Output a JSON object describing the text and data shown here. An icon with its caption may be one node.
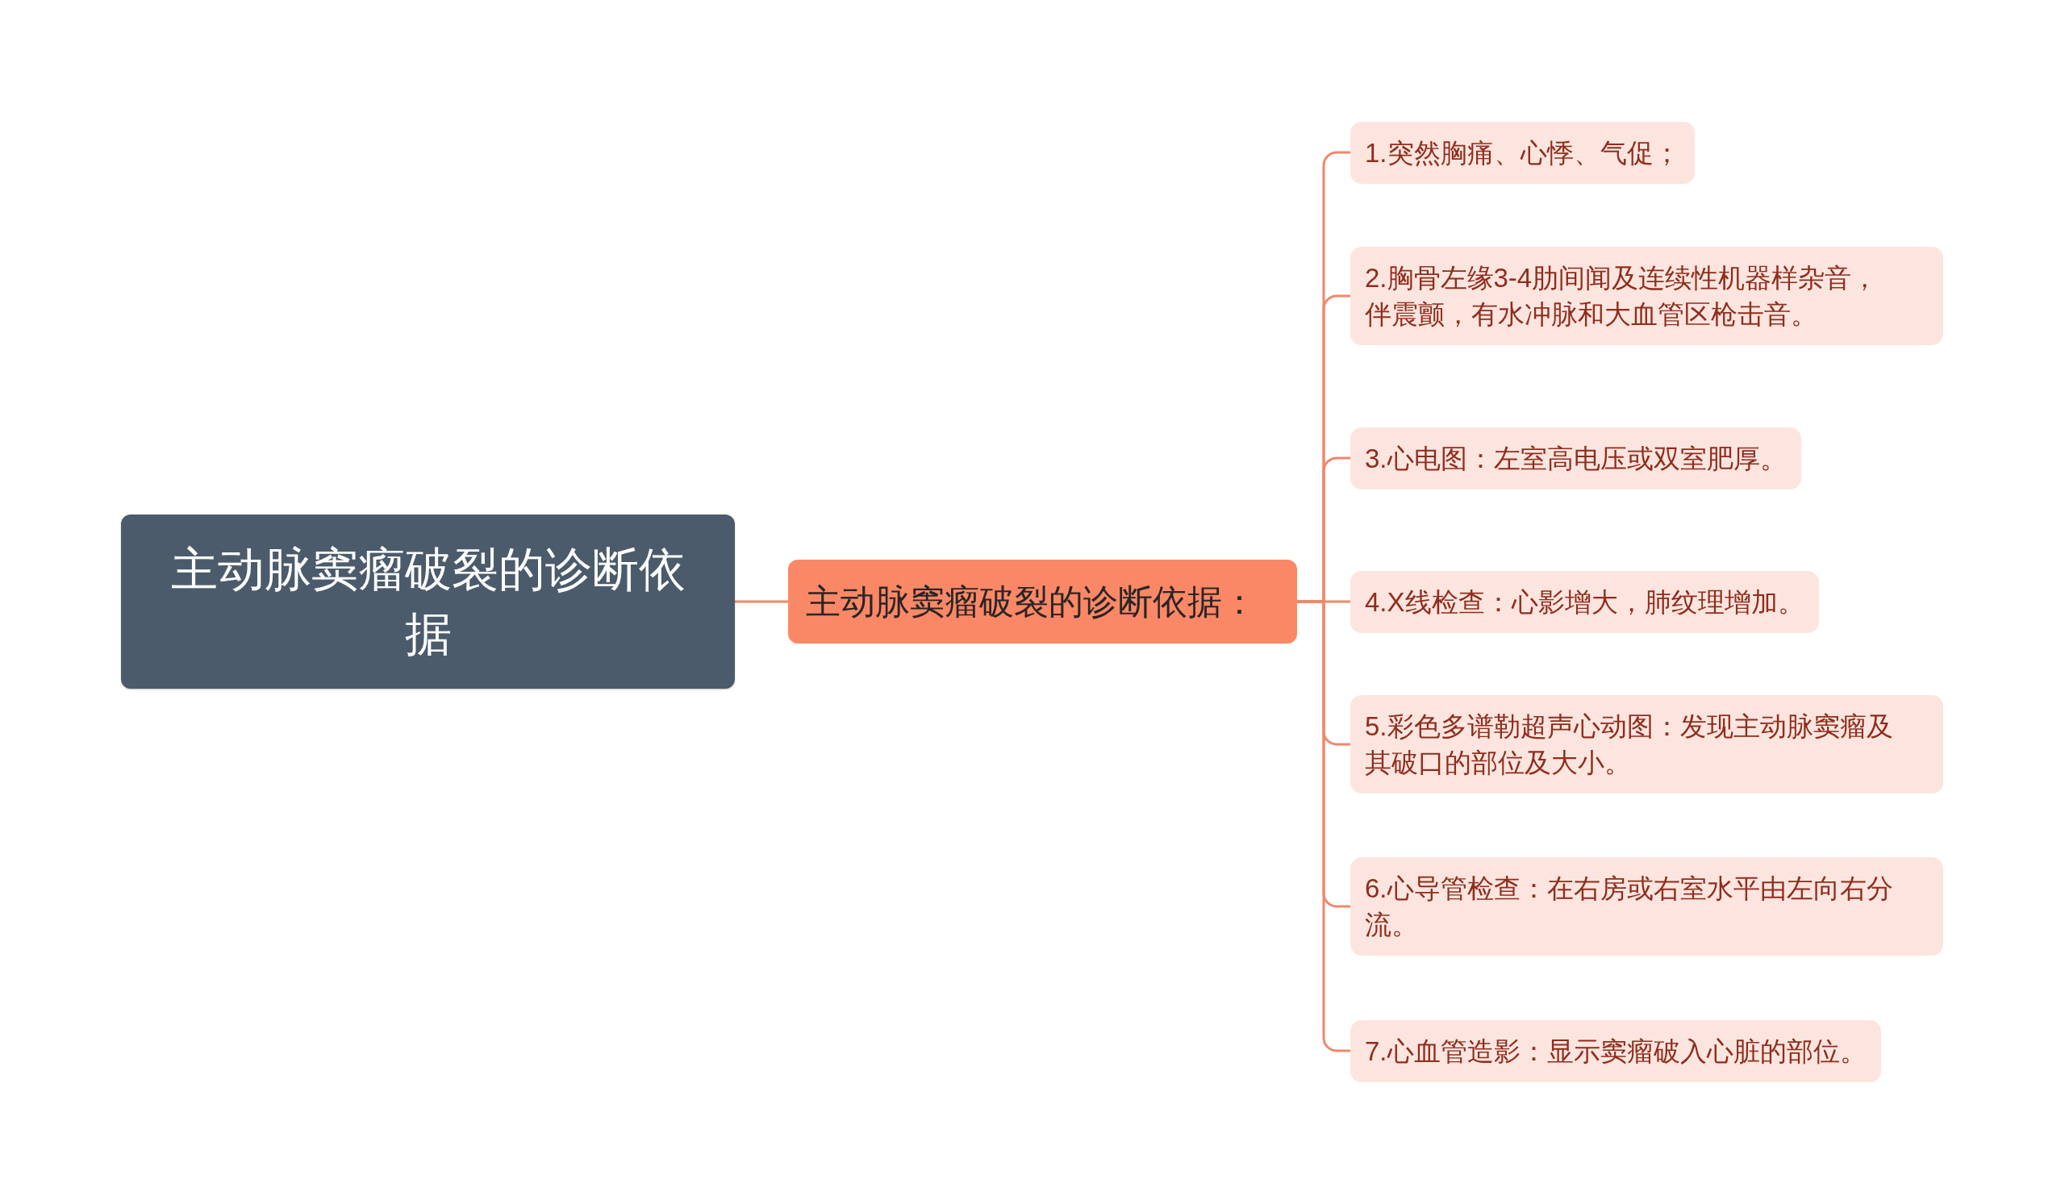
{
  "diagram": {
    "nodes": [
      {
        "text": [
          "主动脉窦瘤破裂的诊断依据"
        ]
      },
      {
        "text": [
          "主动脉窦瘤破裂的诊断依据："
        ]
      },
      {
        "text": [
          "1.突然胸痛、心悸、气促；"
        ]
      },
      {
        "text": [
          "2.胸骨左缘3-4肋间闻及连续性机器样杂音，伴震颤，有水冲脉和大血管区枪击音。"
        ]
      },
      {
        "text": [
          "3.心电图：左室高电压或双室肥厚。"
        ]
      },
      {
        "text": [
          "4.X线检查：心影增大，肺纹理增加。"
        ]
      },
      {
        "text": [
          "5.彩色多谱勒超声心动图：发现主动脉窦瘤及其破口的部位及大小。"
        ]
      },
      {
        "text": [
          "6.心导管检查：在右房或右室水平由左向右分流。"
        ]
      },
      {
        "text": [
          "7.心血管造影：显示窦瘤破入心脏的部位。"
        ]
      }
    ],
    "edges": [
      {
        "from": 0,
        "to": 1,
        "arrow": "none"
      },
      {
        "from": 1,
        "to": 2,
        "arrow": "none"
      },
      {
        "from": 1,
        "to": 3,
        "arrow": "none"
      },
      {
        "from": 1,
        "to": 4,
        "arrow": "none"
      },
      {
        "from": 1,
        "to": 5,
        "arrow": "none"
      },
      {
        "from": 1,
        "to": 6,
        "arrow": "none"
      },
      {
        "from": 1,
        "to": 7,
        "arrow": "none"
      },
      {
        "from": 1,
        "to": 8,
        "arrow": "none"
      }
    ]
  }
}
